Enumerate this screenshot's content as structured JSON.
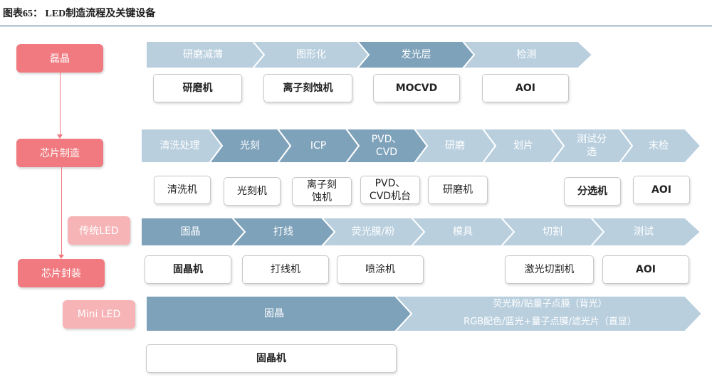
{
  "title": "图表65： LED制造流程及关键设备",
  "stages": {
    "wafer": "磊晶",
    "chip": "芯片制造",
    "traditional": "传统LED",
    "package": "芯片封装",
    "mini": "Mini LED"
  },
  "rows": {
    "wafer": {
      "steps": [
        "研磨减薄",
        "图形化",
        "发光层",
        "检测"
      ],
      "equipment": [
        "研磨机",
        "离子刻蚀机",
        "MOCVD",
        "AOI"
      ]
    },
    "chip": {
      "steps": [
        "清洗处理",
        "光刻",
        "ICP",
        "PVD、\nCVD",
        "研磨",
        "划片",
        "测试分\n选",
        "末检"
      ],
      "equipment": [
        "清洗机",
        "光刻机",
        "离子刻\n蚀机",
        "PVD、\nCVD机台",
        "研磨机",
        "分选机",
        "AOI"
      ]
    },
    "traditional": {
      "steps": [
        "固晶",
        "打线",
        "荧光膜/粉",
        "模具",
        "切割",
        "测试"
      ],
      "equipment": [
        "固晶机",
        "打线机",
        "喷涂机",
        "激光切割机",
        "AOI"
      ]
    },
    "mini": {
      "steps": [
        "固晶",
        "荧光粉/贴量子点膜（背光）",
        "RGB配色/蓝光+量子点膜/滤光片（直显）"
      ],
      "equipment": [
        "固晶机"
      ]
    }
  },
  "colors": {
    "stage": "#f07a7f",
    "stage_light": "#f7b4b7",
    "step_dark": "#7fa2bb",
    "step_light": "#b9cfde",
    "rule": "#2f5f8a"
  }
}
